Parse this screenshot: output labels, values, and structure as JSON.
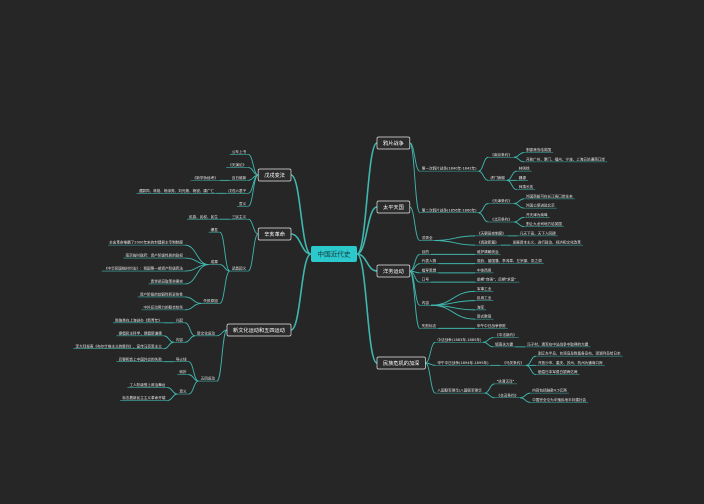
{
  "root": "中国近代史",
  "right": [
    {
      "label": "鸦片战争",
      "children": [
        {
          "label": "第一次鸦片战争(1840年-1842年)",
          "children": [
            {
              "label": "《南京条约》",
              "children": [
                {
                  "label": "割香港岛给英国"
                },
                {
                  "label": "开放广州、厦门、福州、宁波、上海五处通商口岸"
                }
              ]
            },
            {
              "label": "虎门销烟",
              "children": [
                {
                  "label": "林则徐"
                },
                {
                  "label": "魏源"
                },
                {
                  "label": "师夷长技"
                }
              ]
            }
          ]
        },
        {
          "label": "第二次鸦片战争(1856年-1860年)",
          "children": [
            {
              "label": "《天津条约》",
              "children": [
                {
                  "label": "外国商船可在长江各口岸往来"
                },
                {
                  "label": "外国公使进驻北京"
                }
              ]
            },
            {
              "label": "《北京条约》",
              "children": [
                {
                  "label": "开天津为商埠"
                },
                {
                  "label": "割让九龙司地方给英国"
                }
              ]
            }
          ]
        }
      ]
    },
    {
      "label": "太平天国",
      "children": [
        {
          "label": "洪秀全",
          "children": [
            {
              "label": "《天朝田亩制度》",
              "children": [
                {
                  "label": "凡天下田，天下人同耕"
                }
              ]
            },
            {
              "label": "《资政新篇》",
              "children": [
                {
                  "label": "发展资本主义，进行政治、经济和文化改革"
                }
              ]
            }
          ]
        }
      ]
    },
    {
      "label": "洋务运动",
      "children": [
        {
          "label": "目的",
          "children": [
            {
              "label": "维护清朝统治"
            }
          ]
        },
        {
          "label": "代表人物",
          "children": [
            {
              "label": "奕訢、曾国藩、李鸿章、左宗棠、张之洞"
            }
          ]
        },
        {
          "label": "指导思想",
          "children": [
            {
              "label": "中体西用"
            }
          ]
        },
        {
          "label": "口号",
          "children": [
            {
              "label": "前期\"自强\"，后期\"求富\""
            }
          ]
        },
        {
          "label": "内容",
          "children": [
            {
              "label": "军事工业"
            },
            {
              "label": "民用工业"
            },
            {
              "label": "海军"
            },
            {
              "label": "新式教育"
            }
          ]
        },
        {
          "label": "失败标志",
          "children": [
            {
              "label": "甲午中日战争惨败"
            }
          ]
        }
      ]
    },
    {
      "label": "民族危机的加深",
      "children": [
        {
          "label": "中法战争(1883年-1885年)",
          "children": [
            {
              "label": "《中法新约》"
            },
            {
              "label": "镇南关大捷",
              "children": [
                {
                  "label": "冯子材，清军在中法战争中取得的大捷"
                }
              ]
            }
          ]
        },
        {
          "label": "甲午中日战争(1894年-1895年)",
          "children": [
            {
              "label": "《马关条约》",
              "children": [
                {
                  "label": "割辽东半岛、台湾岛及附属各岛屿、澎湖列岛给日本"
                },
                {
                  "label": "开放沙市、重庆、苏州、杭州为通商口岸"
                },
                {
                  "label": "赔偿日本军费白银两亿两"
                }
              ]
            }
          ]
        },
        {
          "label": "八国联军侵华/八国联军侵华",
          "children": [
            {
              "label": "\"扶清灭洋\""
            },
            {
              "label": "《辛丑条约》",
              "children": [
                {
                  "label": "内容包括赔款4.5亿两"
                },
                {
                  "label": "中国完全沦为半殖民地半封建社会"
                }
              ]
            }
          ]
        }
      ]
    }
  ],
  "left": [
    {
      "label": "戊戌变法",
      "children": [
        {
          "label": "公车上书"
        },
        {
          "label": "《天演论》"
        },
        {
          "label": "百日维新",
          "children": [
            {
              "label": "《新学伪经考》"
            }
          ]
        },
        {
          "label": "戊戌六君子",
          "children": [
            {
              "label": "谭嗣同、林旭、杨深秀、刘光第、杨锐、康广仁"
            }
          ]
        },
        {
          "label": "意义"
        }
      ]
    },
    {
      "label": "辛亥革命",
      "children": [
        {
          "label": "三民主义",
          "children": [
            {
              "label": "民族、民权、民生"
            }
          ]
        },
        {
          "label": "武昌起义",
          "children": [
            {
              "label": "爆发"
            },
            {
              "label": "成果",
              "children": [
                {
                  "label": "辛亥革命推翻了2000年来的封建君主专制制度"
                },
                {
                  "label": "南京临时政府：资产阶级性质的政权"
                },
                {
                  "label": "《中华民国临时约法》：我国第一部资产阶级宪法"
                },
                {
                  "label": "袁世凯窃取革命果实"
                }
              ]
            },
            {
              "label": "失败原因",
              "children": [
                {
                  "label": "资产阶级的软弱性和妥协性"
                },
                {
                  "label": "中外反动势力的联合绞杀"
                }
              ]
            }
          ]
        }
      ]
    },
    {
      "label": "新文化运动和五四运动",
      "children": [
        {
          "label": "新文化运动",
          "children": [
            {
              "label": "兴起",
              "children": [
                {
                  "label": "陈独秀在上海创办《新青年》"
                }
              ]
            },
            {
              "label": "内容",
              "children": [
                {
                  "label": "提倡民主科学，提倡新道德"
                },
                {
                  "label": "李大钊发表《布尔什维主义的胜利》，宣传马克思主义"
                }
              ]
            }
          ]
        },
        {
          "label": "五四运动",
          "children": [
            {
              "label": "导火线",
              "children": [
                {
                  "label": "巴黎和会上中国外交的失败"
                }
              ]
            },
            {
              "label": "转折"
            },
            {
              "label": "意义",
              "children": [
                {
                  "label": "工人阶级登上政治舞台"
                },
                {
                  "label": "标志着新民主主义革命开端"
                }
              ]
            }
          ]
        }
      ]
    }
  ]
}
